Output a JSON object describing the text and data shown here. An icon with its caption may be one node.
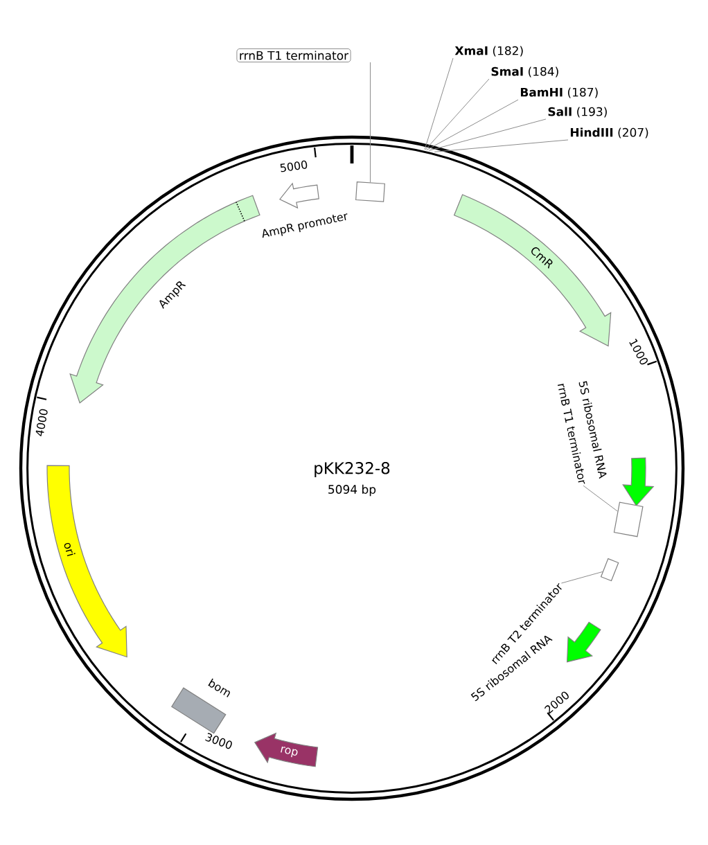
{
  "diagram": {
    "title": "pKK232-8",
    "nodes": [
      {
        "text": [
          "rrnB T1 terminator"
        ]
      },
      {
        "text": [],
        "shape": "box"
      },
      {
        "text": [
          "AmpR promoter"
        ]
      },
      {
        "text": [
          "AmpR"
        ]
      },
      {
        "text": [
          "CmR"
        ]
      },
      {
        "text": [
          "5S ribosomal RNA"
        ]
      },
      {
        "text": [
          "rrnB T1 terminator"
        ]
      },
      {
        "text": [],
        "shape": "box"
      },
      {
        "text": [
          "rrnB T2 terminator"
        ]
      },
      {
        "text": [],
        "shape": "box"
      },
      {
        "text": [
          "5S ribosomal RNA"
        ]
      },
      {
        "text": [
          "rop"
        ]
      },
      {
        "text": [
          "bom"
        ]
      },
      {
        "text": [
          "ori"
        ]
      },
      {
        "text": [
          "**XmaI** (182)"
        ]
      },
      {
        "text": [
          "**SmaI** (184)"
        ]
      },
      {
        "text": [
          "**BamHI** (187)"
        ]
      },
      {
        "text": [
          "**SalI** (193)"
        ]
      },
      {
        "text": [
          "**HindIII** (207)"
        ]
      }
    ],
    "edges": [
      {
        "from": 0,
        "to": 1,
        "arrow": "none"
      },
      {
        "from": 6,
        "to": 7,
        "arrow": "none"
      },
      {
        "from": 8,
        "to": 9,
        "arrow": "none"
      },
      {
        "from": 14,
        "to": null,
        "arrow": "none"
      },
      {
        "from": 15,
        "to": null,
        "arrow": "none"
      },
      {
        "from": 16,
        "to": null,
        "arrow": "none"
      },
      {
        "from": 17,
        "to": null,
        "arrow": "none"
      },
      {
        "from": 18,
        "to": null,
        "arrow": "none"
      }
    ],
    "labels": [
      "5000",
      "1000",
      "4000",
      "5094 bp",
      "2000",
      "3000"
    ]
  }
}
